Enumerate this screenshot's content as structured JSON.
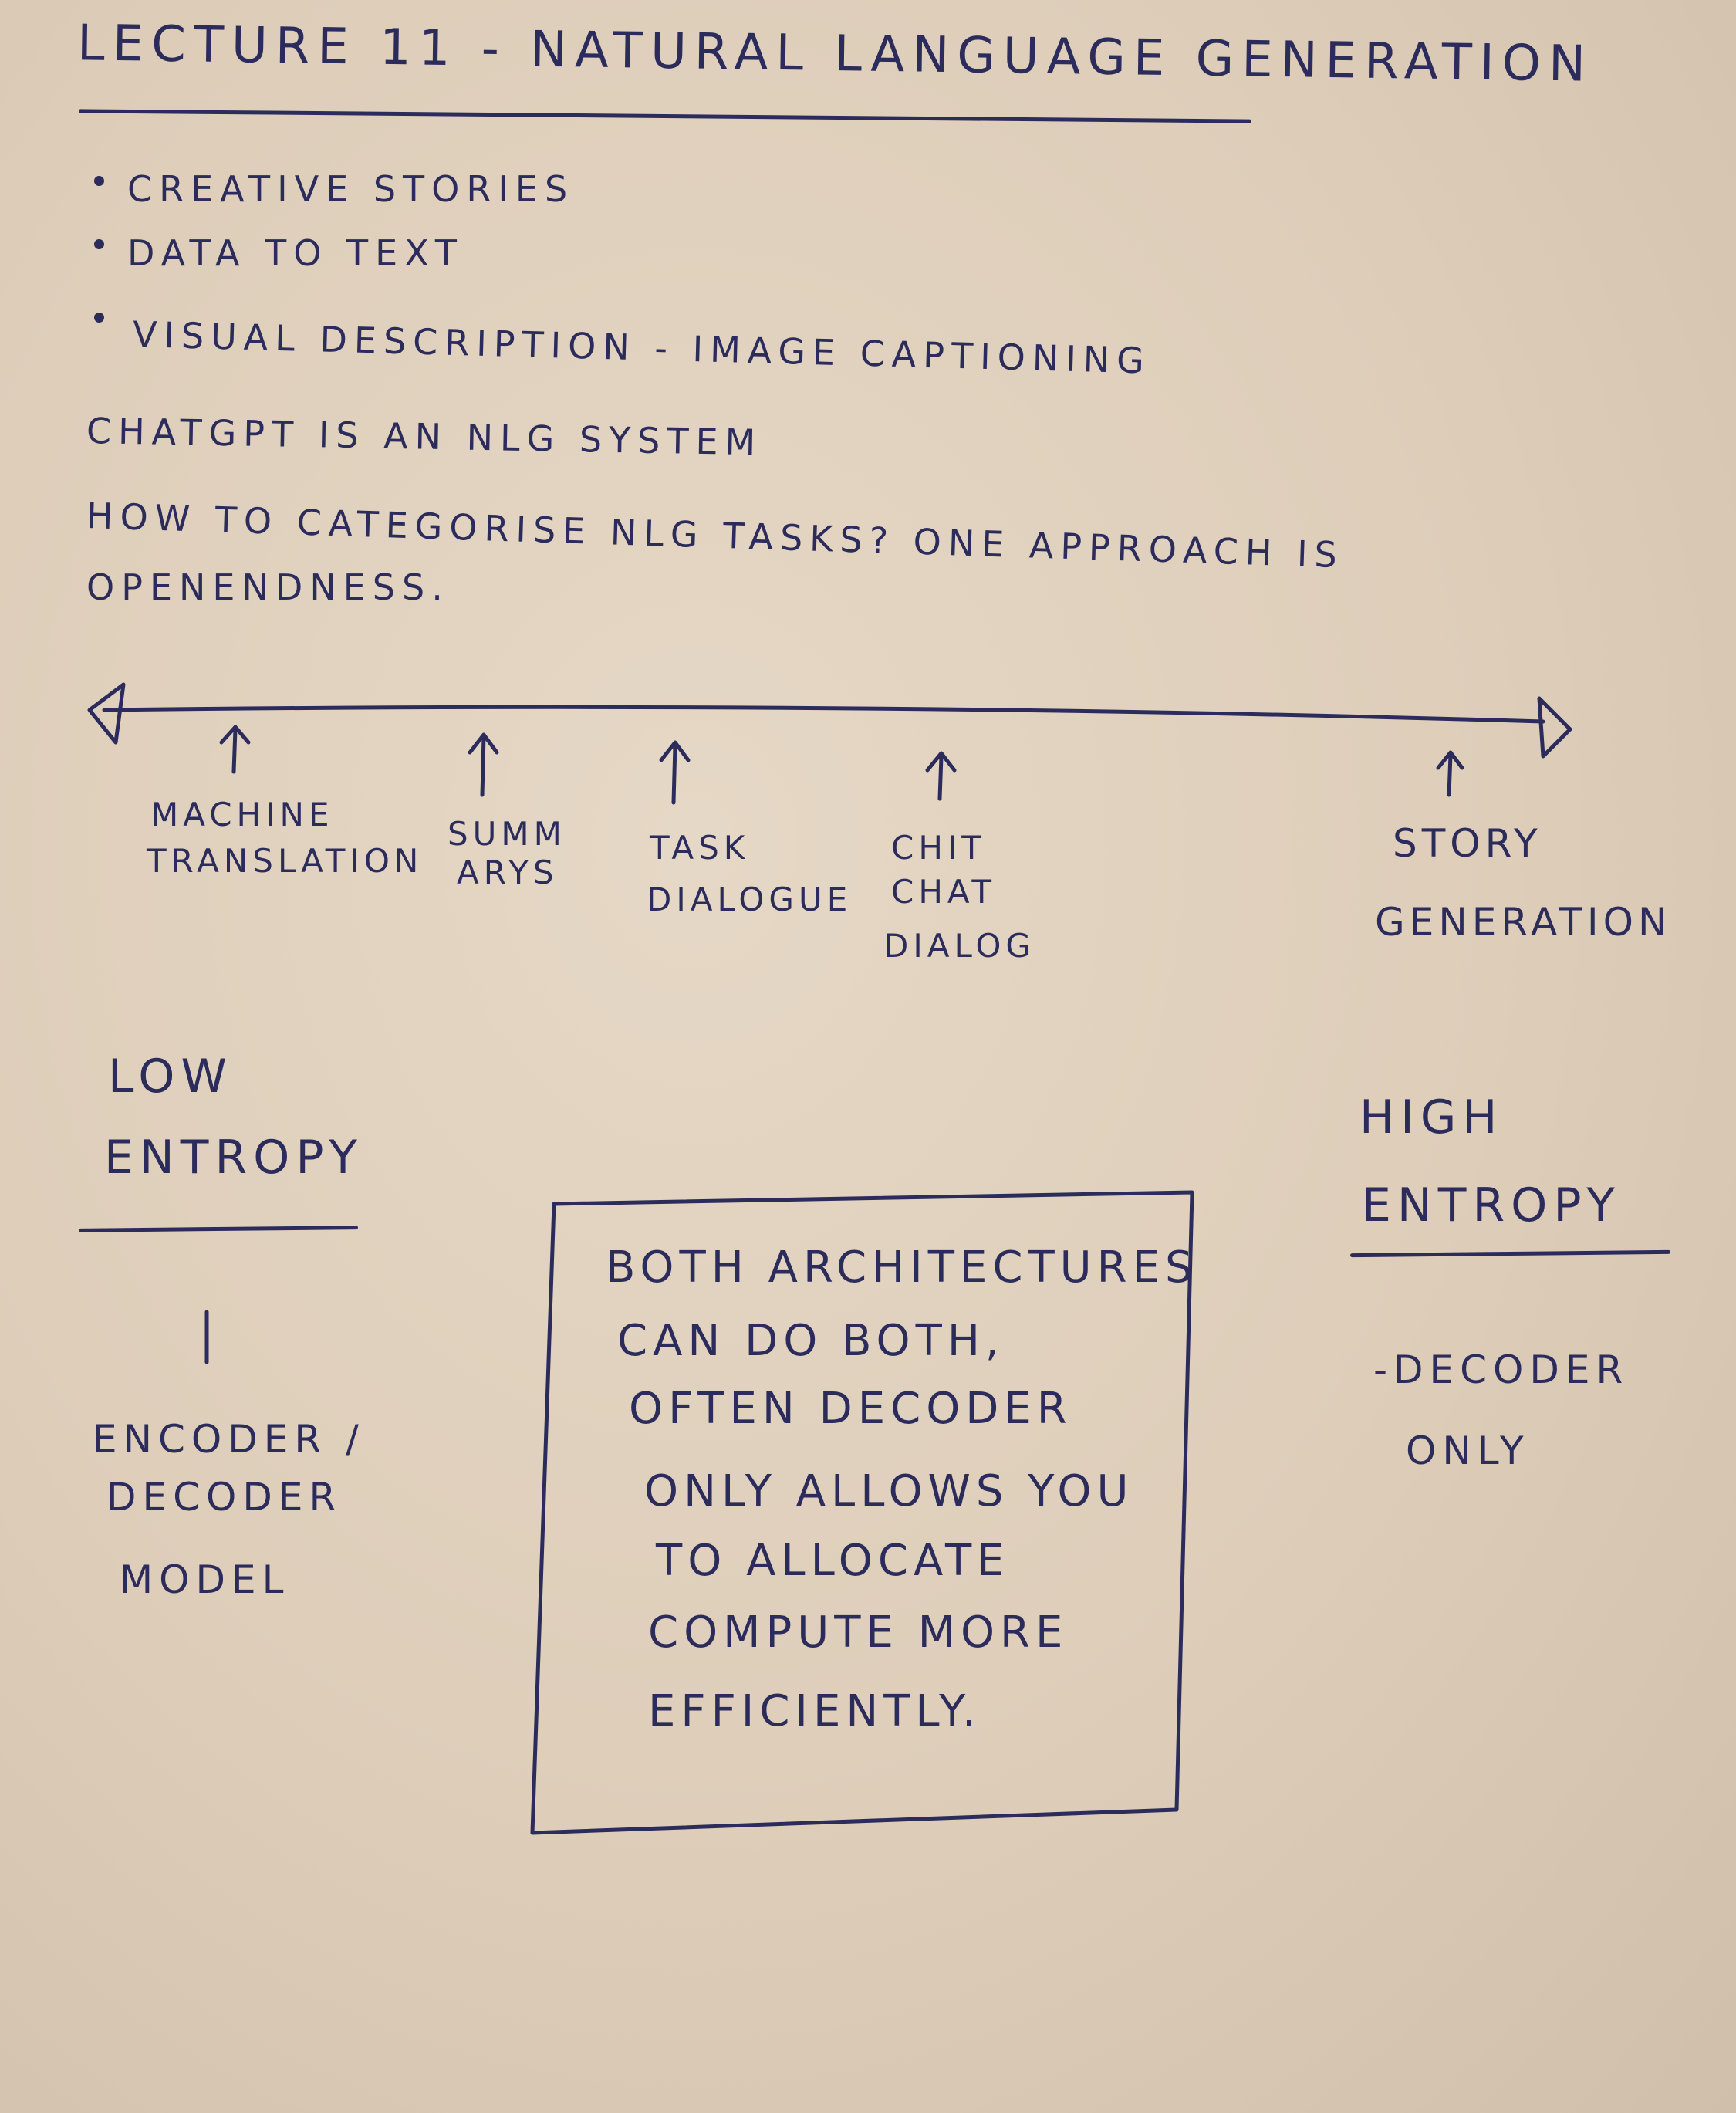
{
  "title": "LECTURE 11 - NATURAL LANGUAGE GENERATION",
  "bullets": [
    "CREATIVE STORIES",
    "DATA TO TEXT",
    "VISUAL DESCRIPTION - IMAGE CAPTIONING"
  ],
  "statement": "CHATGPT IS AN NLG SYSTEM",
  "question": {
    "line1": "HOW TO CATEGORISE NLG TASKS? ONE APPROACH IS",
    "line2": "OPENENDNESS."
  },
  "spectrum": {
    "labels": [
      {
        "line1": "MACHINE",
        "line2": "TRANSLATION"
      },
      {
        "line1": "SUMM",
        "line2": "ARYS"
      },
      {
        "line1": "TASK",
        "line2": "DIALOGUE"
      },
      {
        "line1": "CHIT",
        "line2": "CHAT",
        "line3": "DIALOG"
      },
      {
        "line1": "STORY",
        "line2": "GENERATION"
      }
    ]
  },
  "low": {
    "line1": "LOW",
    "line2": "ENTROPY",
    "model_line1": "ENCODER /",
    "model_line2": "DECODER",
    "model_line3": "MODEL"
  },
  "high": {
    "line1": "HIGH",
    "line2": "ENTROPY",
    "model_line1": "-DECODER",
    "model_line2": "ONLY"
  },
  "note_box": {
    "lines": [
      "BOTH ARCHITECTURES",
      "CAN DO BOTH,",
      "OFTEN DECODER",
      "ONLY ALLOWS YOU",
      "TO ALLOCATE",
      "COMPUTE MORE",
      "EFFICIENTLY."
    ]
  }
}
